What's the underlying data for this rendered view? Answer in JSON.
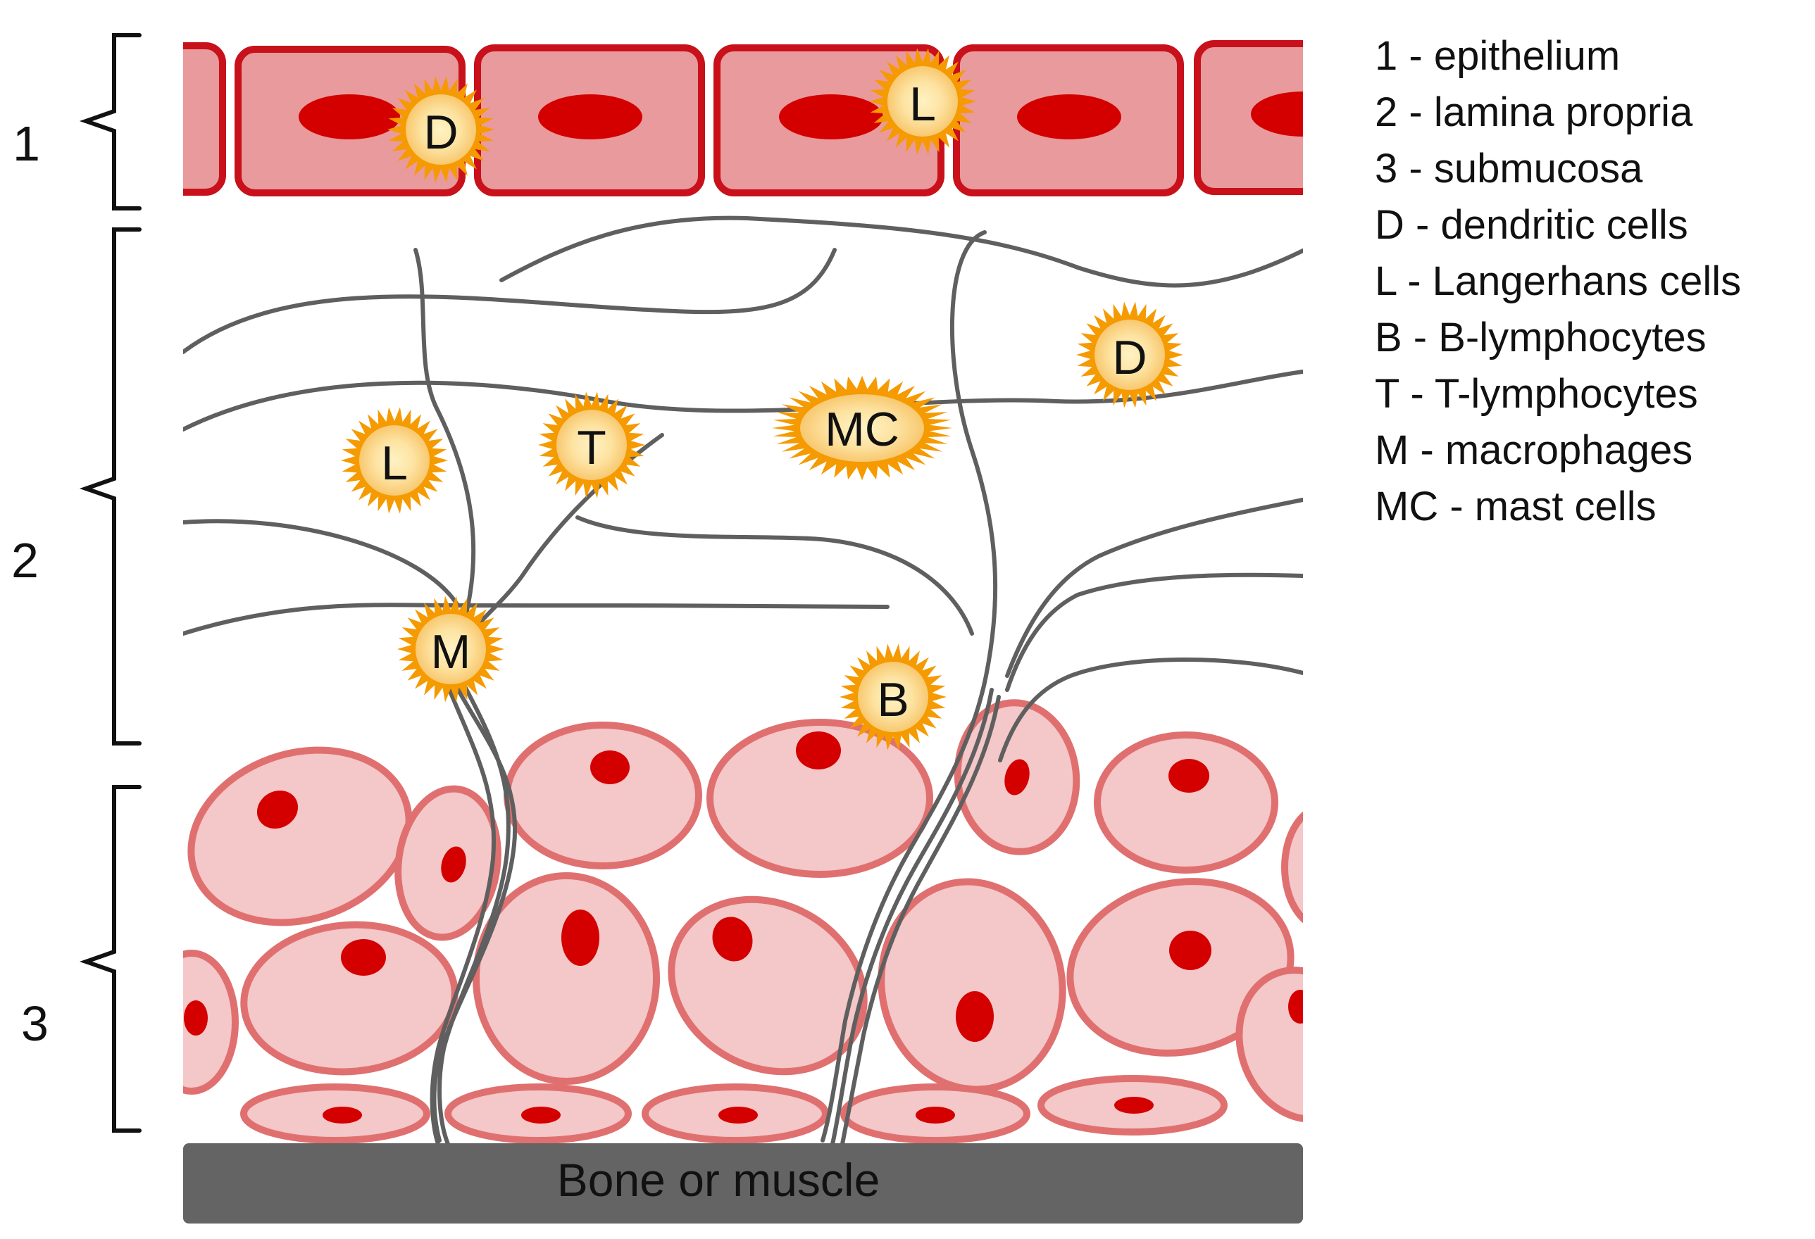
{
  "layers": [
    {
      "num": "1"
    },
    {
      "num": "2"
    },
    {
      "num": "3"
    }
  ],
  "legend": [
    {
      "abbr": "1",
      "name": "epithelium"
    },
    {
      "abbr": "2",
      "name": "lamina propria"
    },
    {
      "abbr": "3",
      "name": "submucosa"
    },
    {
      "abbr": "D",
      "name": "dendritic cells"
    },
    {
      "abbr": "L",
      "name": "Langerhans cells"
    },
    {
      "abbr": "B",
      "name": "B-lymphocytes"
    },
    {
      "abbr": "T",
      "name": "T-lymphocytes"
    },
    {
      "abbr": "M",
      "name": "macrophages"
    },
    {
      "abbr": "MC",
      "name": "mast cells"
    }
  ],
  "immune_cells": [
    {
      "label": "D",
      "type": "dendritic-cell"
    },
    {
      "label": "L",
      "type": "langerhans-cell"
    },
    {
      "label": "D",
      "type": "dendritic-cell"
    },
    {
      "label": "L",
      "type": "langerhans-cell"
    },
    {
      "label": "T",
      "type": "t-lymphocyte"
    },
    {
      "label": "MC",
      "type": "mast-cell"
    },
    {
      "label": "M",
      "type": "macrophage"
    },
    {
      "label": "B",
      "type": "b-lymphocyte"
    }
  ],
  "base_label": "Bone or muscle",
  "colors": {
    "epithelium_fill": "#e99a9c",
    "epithelium_border": "#c8111b",
    "nucleus": "#d40000",
    "submucosa_fill": "#f4c7c8",
    "submucosa_border": "#e07070",
    "fiber": "#5f5f5f",
    "immune_outer": "#f59a00",
    "immune_inner": "#fde3a2",
    "base": "#646464"
  }
}
